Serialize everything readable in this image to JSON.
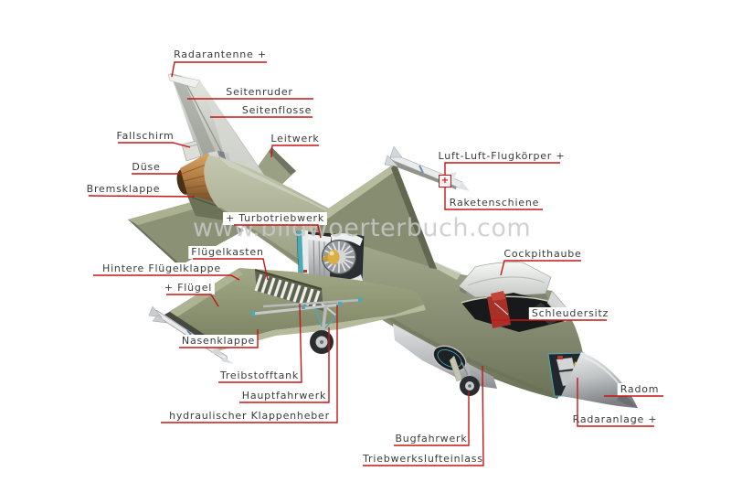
{
  "watermark": "www.bildwoerterbuch.com",
  "marker_plus": "+",
  "labels": {
    "radarantenne": "Radarantenne +",
    "seitenruder": "Seitenruder",
    "seitenflosse": "Seitenflosse",
    "fallschirm": "Fallschirm",
    "leitwerk": "Leitwerk",
    "duese": "Düse",
    "bremsklappe": "Bremsklappe",
    "luft_luft_flugkoerper": "Luft-Luft-Flugkörper +",
    "raketenschiene": "Raketenschiene",
    "turbotriebwerk": "+ Turbotriebwerk",
    "fluegelkasten": "Flügelkasten",
    "hintere_fluegelklappe": "Hintere Flügelklappe",
    "fluegel": "+ Flügel",
    "nasenklappe": "Nasenklappe",
    "treibstofftank": "Treibstofftank",
    "hauptfahrwerk": "Hauptfahrwerk",
    "hydraulischer_klappenheber": "hydraulischer Klappenheber",
    "cockpithaube": "Cockpithaube",
    "schleudersitz": "Schleudersitz",
    "bugfahrwerk": "Bugfahrwerk",
    "triebwerkslufteinlass": "Triebwerkslufteinlass",
    "radom": "Radom",
    "radaranlage": "Radaranlage +"
  },
  "colors": {
    "leader_red": "#c81414",
    "label_text": "#3a3a3a",
    "watermark_gray": "#c9c9c9",
    "airframe_green": "#9aa083"
  }
}
